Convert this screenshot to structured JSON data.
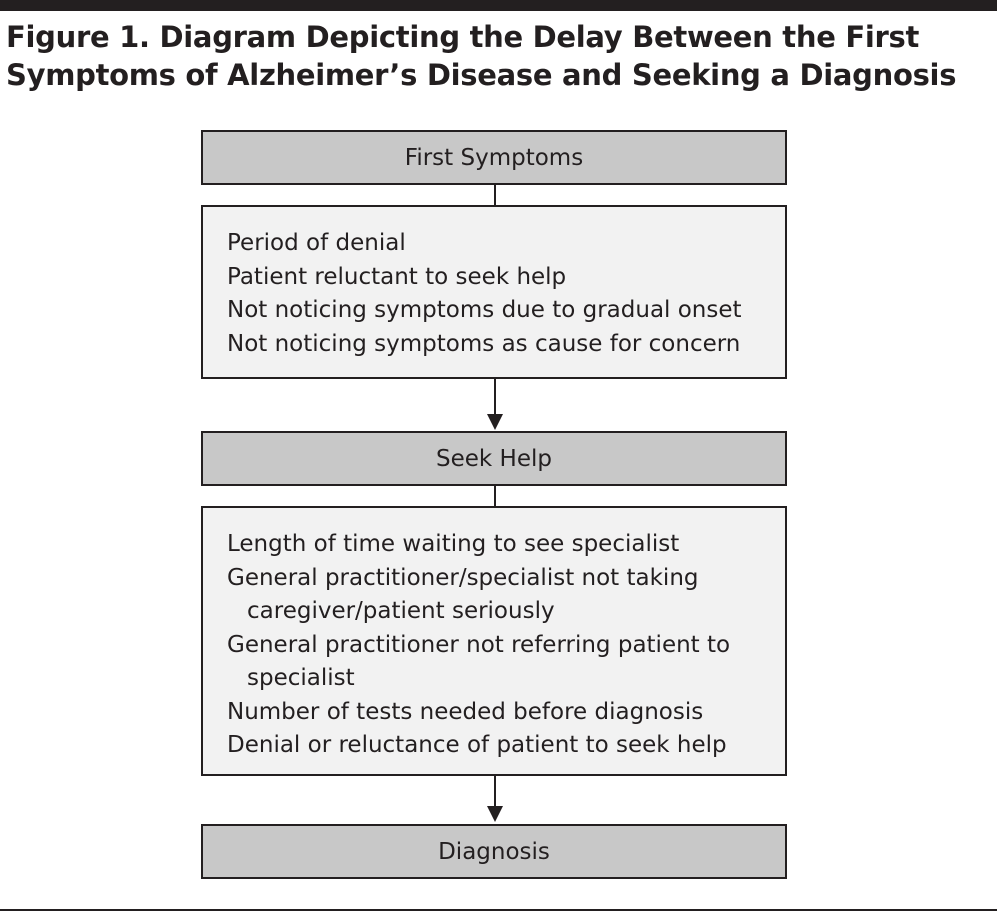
{
  "figure": {
    "title_line1": "Figure 1. Diagram Depicting the Delay Between the First",
    "title_line2": "Symptoms of Alzheimer’s Disease and Seeking a Diagnosis"
  },
  "stages": {
    "first": "First Symptoms",
    "second": "Seek Help",
    "third": "Diagnosis"
  },
  "delays_before_help": [
    "Period of denial",
    "Patient reluctant to seek help",
    "Not noticing symptoms due to gradual onset",
    "Not noticing symptoms as cause for concern"
  ],
  "delays_before_diagnosis": {
    "item1": "Length of time waiting to see specialist",
    "item2_line1": "General practitioner/specialist not taking",
    "item2_line2": "caregiver/patient seriously",
    "item3_line1": "General practitioner not referring patient to",
    "item3_line2": "specialist",
    "item4": "Number of tests needed before diagnosis",
    "item5": "Denial or reluctance of patient to seek help"
  },
  "colors": {
    "stage_fill": "#c8c8c8",
    "detail_fill": "#f2f2f2",
    "ink": "#231f20"
  }
}
